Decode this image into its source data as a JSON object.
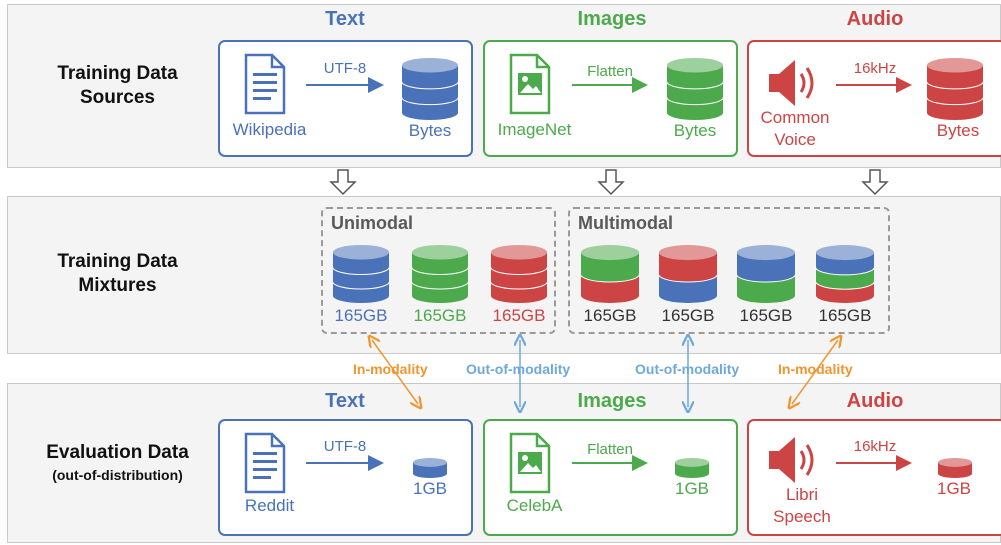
{
  "colors": {
    "text": "#4a72b8",
    "images": "#4caa4c",
    "audio": "#cc4444",
    "in_modality": "#f0952f",
    "out_of_modality": "#6fa8dc"
  },
  "rows": {
    "training_sources": {
      "line1": "Training Data",
      "line2": "Sources"
    },
    "training_mixtures": {
      "line1": "Training Data",
      "line2": "Mixtures"
    },
    "evaluation": {
      "line1": "Evaluation Data",
      "line2": "(out-of-distribution)"
    }
  },
  "modalities": {
    "text": "Text",
    "images": "Images",
    "audio": "Audio"
  },
  "sources": {
    "text": {
      "source": "Wikipedia",
      "encoding": "UTF-8",
      "output": "Bytes",
      "icon": "document-icon"
    },
    "images": {
      "source": "ImageNet",
      "encoding": "Flatten",
      "output": "Bytes",
      "icon": "image-file-icon"
    },
    "audio": {
      "source_line1": "Common",
      "source_line2": "Voice",
      "encoding": "16kHz",
      "output": "Bytes",
      "icon": "speaker-icon"
    }
  },
  "mixtures": {
    "unimodal": {
      "label": "Unimodal",
      "items": [
        "165GB",
        "165GB",
        "165GB"
      ]
    },
    "multimodal": {
      "label": "Multimodal",
      "items": [
        "165GB",
        "165GB",
        "165GB",
        "165GB"
      ]
    }
  },
  "links": {
    "in_modality": "In-modality",
    "out_of_modality": "Out-of-modality"
  },
  "evaluation": {
    "text": {
      "source": "Reddit",
      "encoding": "UTF-8",
      "output": "1GB"
    },
    "images": {
      "source": "CelebA",
      "encoding": "Flatten",
      "output": "1GB"
    },
    "audio": {
      "source_line1": "Libri",
      "source_line2": "Speech",
      "encoding": "16kHz",
      "output": "1GB"
    }
  }
}
